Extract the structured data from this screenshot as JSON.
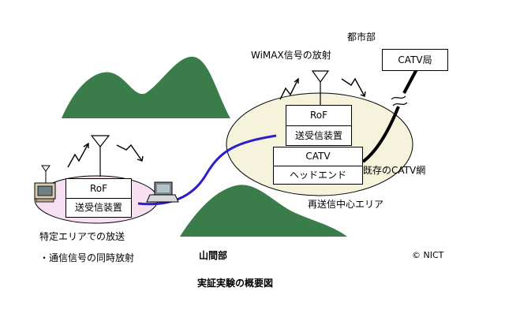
{
  "labels": {
    "wimax": "WiMAX信号の放射",
    "city": "都市部",
    "catv_station": "CATV局",
    "rof_right_1": "RoF",
    "rof_right_2": "送受信装置",
    "catv_head_1": "CATV",
    "catv_head_2": "ヘッドエンド",
    "existing_catv": "既存のCATV網",
    "rof_left_1": "RoF",
    "rof_left_2": "送受信装置",
    "resend_area": "再送信中心エリア",
    "specific_area_1": "特定エリアでの放送",
    "specific_area_2": "・通信信号の同時放射",
    "mountain_area": "山間部",
    "credit": "© NICT",
    "caption": "実証実験の概要図"
  },
  "colors": {
    "mountain": "#3a7d4b",
    "ellipse_right": "#f6f3dc",
    "ellipse_left": "#f6dff0",
    "fiber": "#2b1fc8",
    "cable": "#000000"
  }
}
